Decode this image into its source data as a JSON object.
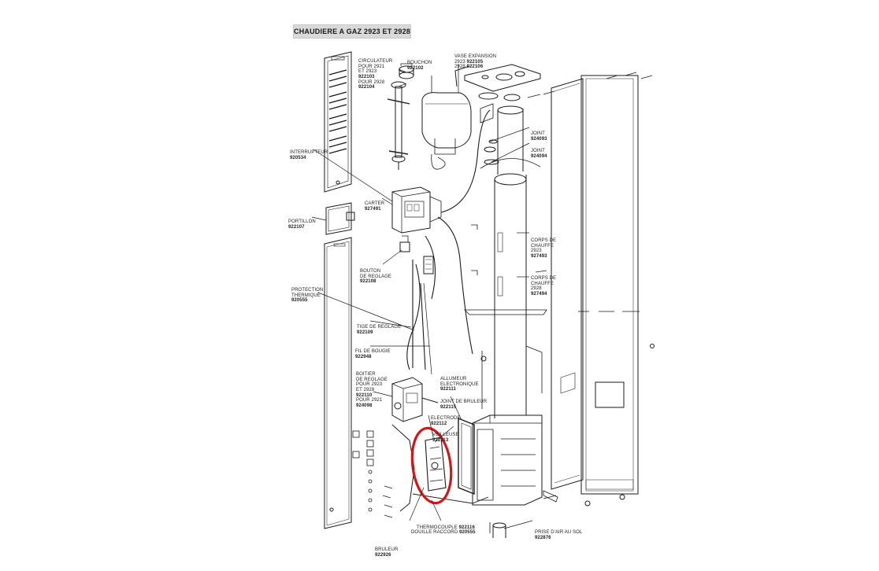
{
  "title": "CHAUDIERE A GAZ 2923 ET 2928",
  "colors": {
    "line": "#1a1a1a",
    "highlight": "#d01818",
    "title_bg": "#d9d9d9"
  },
  "labels": {
    "circulateur": {
      "name": "CIRCULATEUR\nPOUR 2921\nET 2923",
      "ref": "922103",
      "name2": "POUR 2928",
      "ref2": "922104"
    },
    "bouchon": {
      "name": "BOUCHON",
      "ref": "922102"
    },
    "vase": {
      "name": "VASE EXPANSION",
      "line1": "2923",
      "ref1": "922105",
      "line2": "2928",
      "ref2": "922106"
    },
    "interrupteur": {
      "name": "INTERRUPTEUR",
      "ref": "920534"
    },
    "carter": {
      "name": "CARTER",
      "ref": "927491"
    },
    "portillon": {
      "name": "PORTILLON",
      "ref": "922107"
    },
    "bouton": {
      "name": "BOUTON\nDE REGLAGE",
      "ref": "922108"
    },
    "protection": {
      "name": "PROTECTION\nTHERMIQUE",
      "ref": "920555"
    },
    "tige": {
      "name": "TIGE DE REGLAGE",
      "ref": "922109"
    },
    "fil": {
      "name": "FIL DE BOUGIE",
      "ref": "922948"
    },
    "boitier": {
      "name": "BOITIER\nDE REGLAGE\nPOUR 2923\nET 2928",
      "ref": "922110",
      "name2": "POUR 2921",
      "ref2": "924098"
    },
    "allumeur": {
      "name": "ALLUMEUR\nELECTRONIQUE",
      "ref": "922111"
    },
    "joint_bruleur": {
      "name": "JOINT DE BRULEUR",
      "ref": "922115"
    },
    "electrode": {
      "name": "ELECTRODE",
      "ref": "922112"
    },
    "veilleuse": {
      "name": "VEILLEUSE",
      "ref": "922113"
    },
    "joint1": {
      "name": "JOINT",
      "ref": "924093"
    },
    "joint2": {
      "name": "JOINT",
      "ref": "924094"
    },
    "corps2923": {
      "name": "CORPS DE\nCHAUFFE\n2923",
      "ref": "927493"
    },
    "corps2928": {
      "name": "CORPS DE\nCHAUFFE\n2928",
      "ref": "927494"
    },
    "thermocouple": {
      "name": "THERMOCOUPLE",
      "ref": "922116",
      "name2": "DOUILLE RACCORD",
      "ref2": "920555"
    },
    "bruleur": {
      "name": "BRULEUR",
      "ref": "922926"
    },
    "prise": {
      "name": "PRISE D'AIR AU SOL",
      "ref": "922876"
    }
  }
}
